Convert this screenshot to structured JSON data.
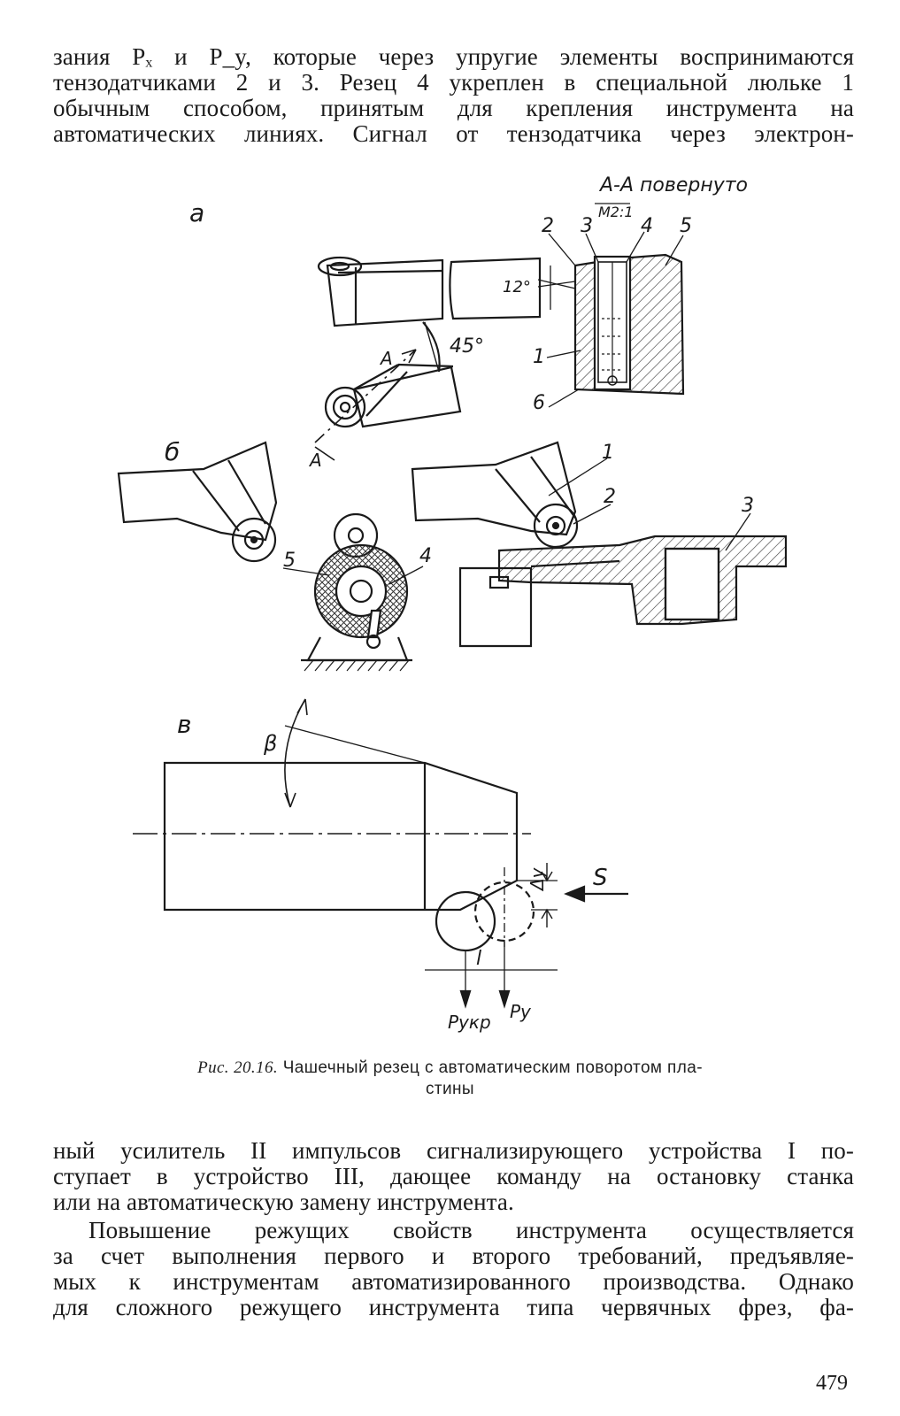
{
  "top_text": {
    "lines": [
      "зания Pₓ и P_y, которые через упругие элементы воспринимаются",
      "тензодатчиками 2 и 3. Резец 4 укреплен в специальной люльке 1",
      "обычным способом, принятым для крепления инструмента на",
      "автоматических линиях. Сигнал от тензодатчика через электрон-"
    ]
  },
  "figure": {
    "panel_labels": {
      "a": "а",
      "b": "б",
      "v": "в"
    },
    "section_title": "А-А повернуто",
    "scale": "М2:1",
    "section_mark": "А",
    "angles": {
      "tilt": "12°",
      "rotation": "45°",
      "beta": "β"
    },
    "callouts_section": [
      "2",
      "3",
      "4",
      "5",
      "1",
      "6"
    ],
    "callouts_b_left": [
      "5",
      "4"
    ],
    "callouts_b_right": [
      "1",
      "2",
      "3"
    ],
    "labels_v": {
      "feed": "S",
      "delta_y": "Δу",
      "length": "l",
      "force_ukr": "Pукр",
      "force_y": "Pу"
    }
  },
  "caption": {
    "prefix": "Рис. 20.16.",
    "line1": "Чашечный резец с автоматическим поворотом пла-",
    "line2": "стины"
  },
  "bottom_text": {
    "p1": [
      "ный усилитель II импульсов сигнализирующего устройства I по-",
      "ступает в устройство III, дающее команду на остановку станка",
      "или на автоматическую замену инструмента."
    ],
    "p2": [
      "Повышение режущих свойств инструмента осуществляется",
      "за счет выполнения первого и второго требований, предъявляе-",
      "мых к инструментам автоматизированного производства. Однако",
      "для сложного режущего инструмента типа червячных фрез, фа-"
    ]
  },
  "page_number": "479"
}
